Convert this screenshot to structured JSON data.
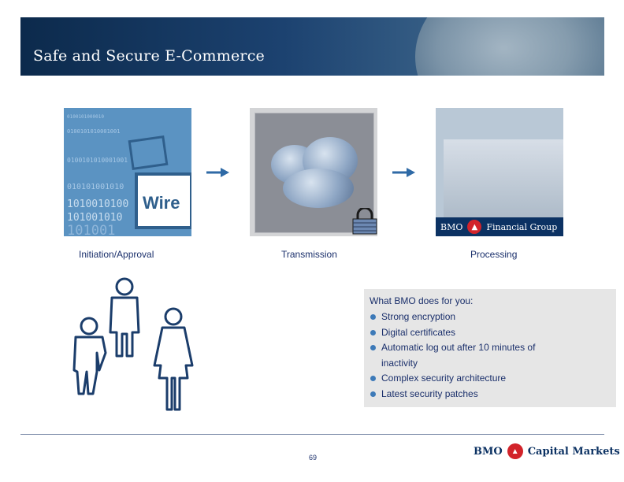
{
  "slide": {
    "title": "Safe and Secure E-Commerce",
    "page_number": "69"
  },
  "flow": [
    {
      "caption": "Initiation/Approval",
      "image_label": "Wire"
    },
    {
      "caption": "Transmission"
    },
    {
      "caption": "Processing",
      "sign_left": "BMO",
      "sign_right": "Financial Group"
    }
  ],
  "binary_lines": [
    "0100101000010",
    "0100101010001001",
    "010101001010",
    "1010010100",
    "101001010",
    "101001"
  ],
  "info": {
    "heading": "What BMO does for you:",
    "items": [
      "Strong encryption",
      "Digital certificates",
      "Automatic log out after 10 minutes of inactivity",
      "Complex security architecture",
      "Latest security patches"
    ]
  },
  "footer": {
    "brand": "BMO",
    "division": "Capital Markets"
  },
  "colors": {
    "navy": "#0c3263",
    "text": "#1a2f6b",
    "accent_red": "#d2232a",
    "bullet": "#3d7ab8"
  }
}
